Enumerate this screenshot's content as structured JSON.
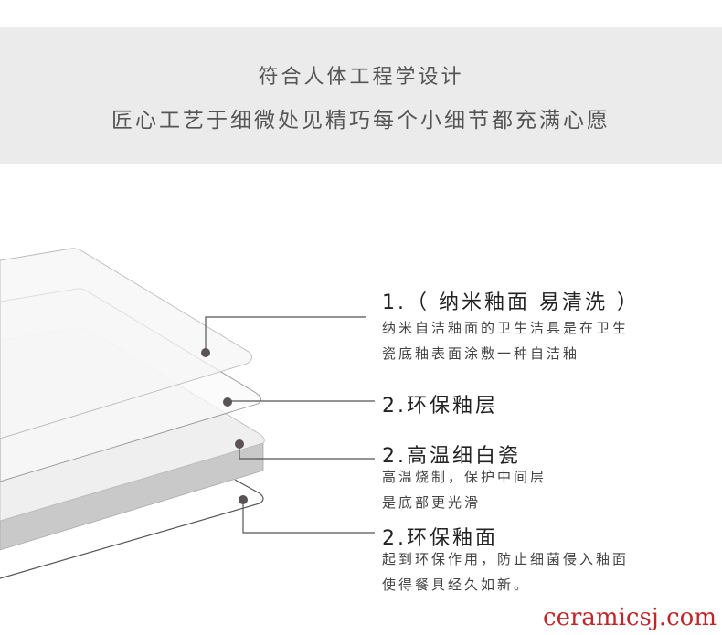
{
  "header": {
    "line1": "符合人体工程学设计",
    "line2": "匠心工艺于细微处见精巧每个小细节都充满心愿"
  },
  "layers": [
    {
      "title": "1.（ 纳米釉面 易清洗 ）",
      "desc": [
        "纳米自洁釉面的卫生洁具是在卫生",
        "瓷底釉表面涂敷一种自洁釉"
      ]
    },
    {
      "title": "2.环保釉层",
      "desc": []
    },
    {
      "title": "2.高温细白瓷",
      "desc": [
        "高温烧制，保护中间层",
        "是底部更光滑"
      ]
    },
    {
      "title": "2.环保釉面",
      "desc": [
        "起到环保作用，防止细菌侵入釉面",
        "使得餐具经久如新。"
      ]
    }
  ],
  "watermark": "ceramicsj.com",
  "colors": {
    "band": "#ebebeb",
    "dot": "#5a5255",
    "watermark": "#c0262a"
  }
}
